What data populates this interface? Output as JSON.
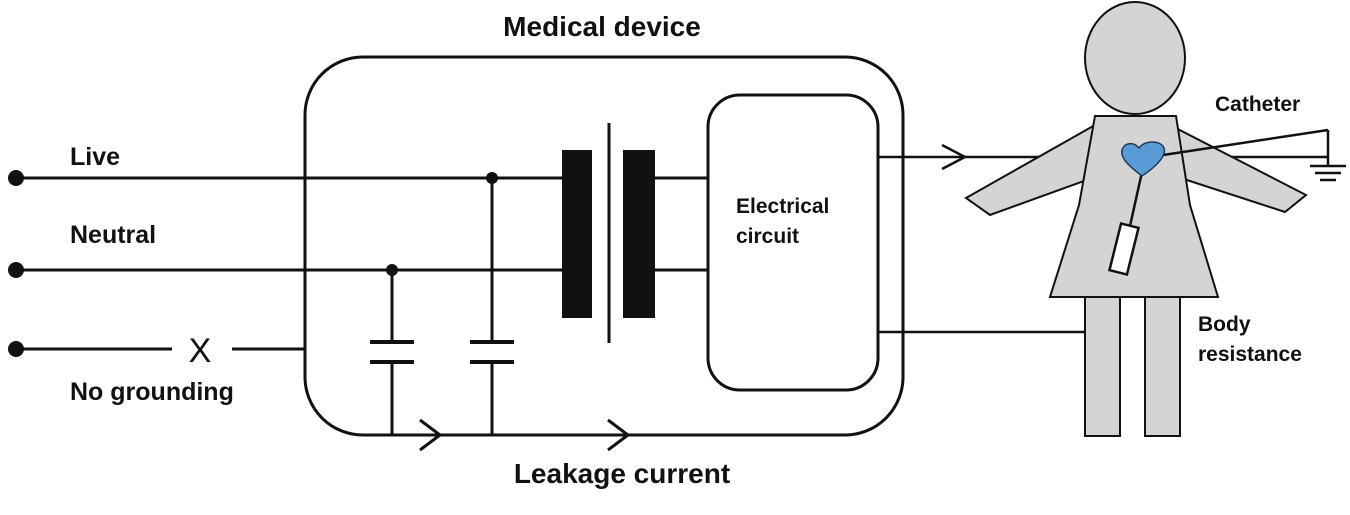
{
  "title": "Medical device",
  "lines": {
    "live": "Live",
    "neutral": "Neutral",
    "ground_break": "X",
    "no_grounding": "No grounding"
  },
  "circuit": {
    "line1": "Electrical",
    "line2": "circuit"
  },
  "leakage": "Leakage current",
  "patient": {
    "catheter": "Catheter",
    "body_line1": "Body",
    "body_line2": "resistance"
  },
  "colors": {
    "line": "#111111",
    "body": "#d4d4d4",
    "heart": "#5b9bd5",
    "background": "#ffffff"
  }
}
